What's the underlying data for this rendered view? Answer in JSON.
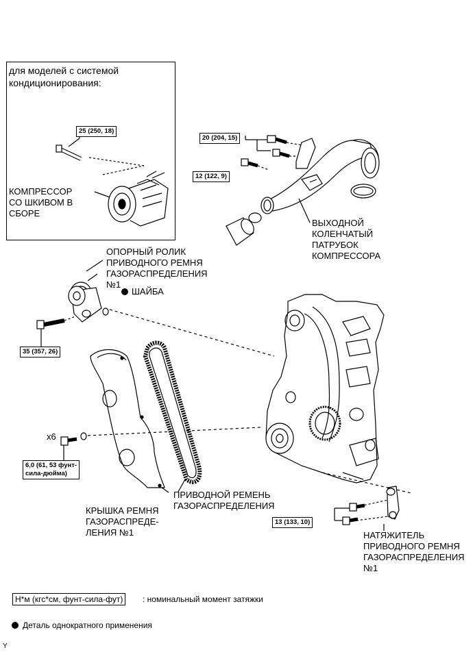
{
  "inset": {
    "heading": "для моделей с системой\nкондиционирования:",
    "compressor_label": "КОМПРЕССОР\nСО ШКИВОМ В\nСБОРЕ",
    "bolt_torque": "25 (250, 18)"
  },
  "outlet_pipe": {
    "torque_a": "20 (204, 15)",
    "torque_b": "12 (122, 9)",
    "label": "ВЫХОДНОЙ\nКОЛЕНЧАТЫЙ\nПАТРУБОК\nКОМПРЕССОРА"
  },
  "idler": {
    "label": "ОПОРНЫЙ РОЛИК\nПРИВОДНОГО РЕМНЯ\nГАЗОРАСПРЕДЕЛЕНИЯ\n№1",
    "washer_label": "ШАЙБА",
    "torque": "35 (357, 26)"
  },
  "cover": {
    "count": "x6",
    "torque": "6,0 (61, 53 фунт-\nсила-дюйма)",
    "label": "КРЫШКА РЕМНЯ\nГАЗОРАСПРЕДЕ-\nЛЕНИЯ №1"
  },
  "belt": {
    "label": "ПРИВОДНОЙ РЕМЕНЬ\nГАЗОРАСПРЕДЕЛЕНИЯ"
  },
  "tensioner": {
    "torque": "13 (133, 10)",
    "label": "НАТЯЖИТЕЛЬ\nПРИВОДНОГО РЕМНЯ\nГАЗОРАСПРЕДЕЛЕНИЯ\n№1"
  },
  "legend": {
    "unit_box": "Н*м (кгс*см, фунт-сила-фут)",
    "unit_text": ": номинальный момент затяжки",
    "single_use": "Деталь однократного применения"
  },
  "corner_mark": "Y"
}
